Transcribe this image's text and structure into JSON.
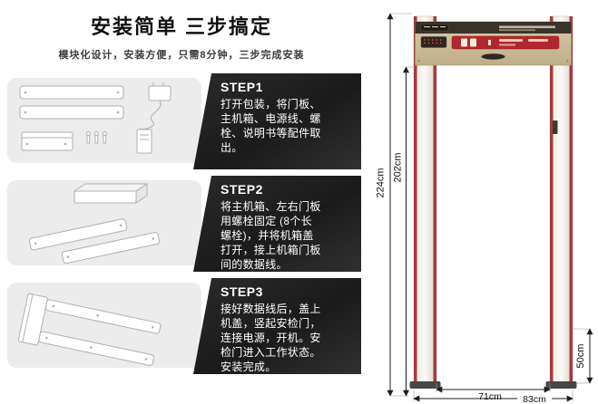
{
  "page": {
    "title": "安装简单 三步搞定",
    "subtitle": "模块化设计，安装方便，只需8分钟，三步完成安装"
  },
  "steps": [
    {
      "label": "STEP1",
      "text": "打开包装，将门板、主机箱、电源线、螺栓、说明书等配件取出。"
    },
    {
      "label": "STEP2",
      "text": "将主机箱、左右门板用螺栓固定 (8个长螺栓)，并将机箱盖打开，接上机箱门板间的数据线。"
    },
    {
      "label": "STEP3",
      "text": "接好数据线后，盖上机盖，竖起安检门，连接电源，开机。安检门进入工作状态。安装完成。"
    }
  ],
  "dimensions": {
    "overall_height": "224cm",
    "passage_height": "202cm",
    "base_depth": "50cm",
    "passage_width": "71cm",
    "overall_width": "83cm"
  },
  "colors": {
    "panel_dark": "#1b1b1b",
    "illustration_bg": "#ececec",
    "column_red": "#a63a40",
    "header_beige": "#cfc0a0",
    "led_red": "#b2272d"
  }
}
